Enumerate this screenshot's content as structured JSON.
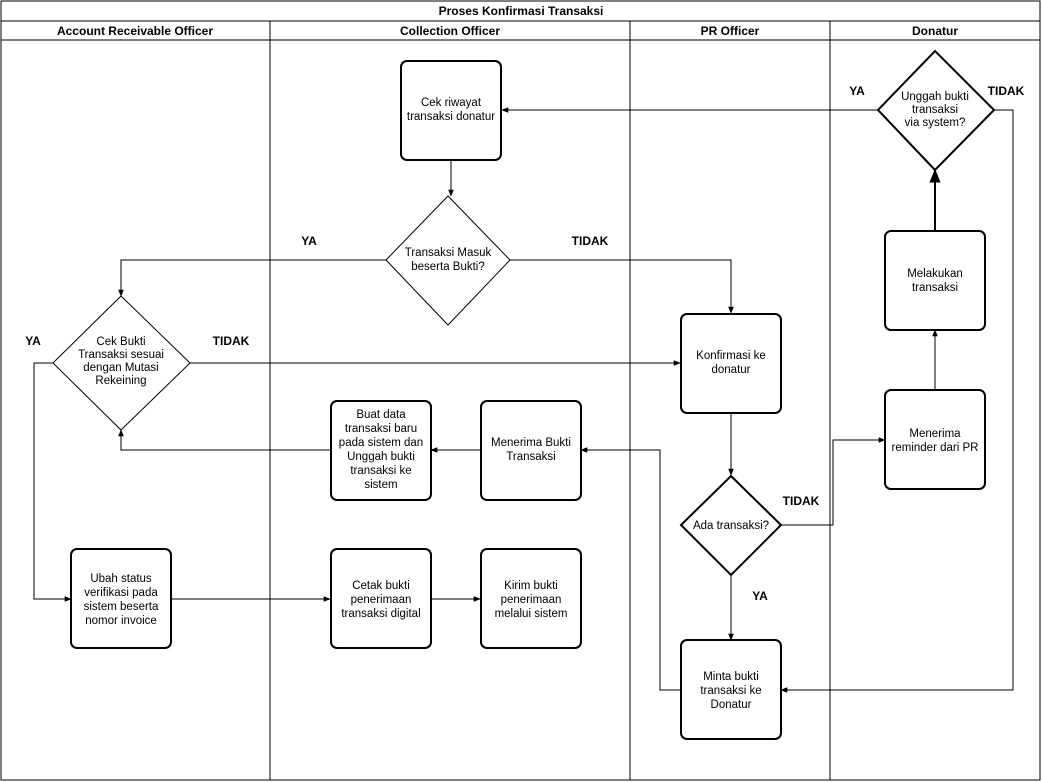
{
  "title": "Proses Konfirmasi Transaksi",
  "lanes": [
    {
      "label": "Account Receivable Officer"
    },
    {
      "label": "Collection Officer"
    },
    {
      "label": "PR Officer"
    },
    {
      "label": "Donatur"
    }
  ],
  "nodes": {
    "cek_riwayat": [
      "Cek riwayat",
      "transaksi donatur"
    ],
    "transaksi_masuk": [
      "Transaksi Masuk",
      "beserta Bukti?"
    ],
    "cek_bukti": [
      "Cek Bukti",
      "Transaksi sesuai",
      "dengan Mutasi",
      "Rekeining"
    ],
    "buat_data": [
      "Buat data",
      "transaksi baru",
      "pada sistem dan",
      "Unggah bukti",
      "transaksi ke",
      "sistem"
    ],
    "menerima_bukti": [
      "Menerima Bukti",
      "Transaksi"
    ],
    "ubah_status": [
      "Ubah status",
      "verifikasi pada",
      "sistem beserta",
      "nomor invoice"
    ],
    "cetak_bukti": [
      "Cetak bukti",
      "penerimaan",
      "transaksi digital"
    ],
    "kirim_bukti": [
      "Kirim bukti",
      "penerimaan",
      "melalui sistem"
    ],
    "konfirmasi": [
      "Konfirmasi ke",
      "donatur"
    ],
    "ada_transaksi": [
      "Ada transaksi?"
    ],
    "minta_bukti": [
      "Minta bukti",
      "transaksi ke",
      "Donatur"
    ],
    "unggah_bukti": [
      "Unggah bukti",
      "transaksi",
      "via system?"
    ],
    "melakukan": [
      "Melakukan",
      "transaksi"
    ],
    "menerima_reminder": [
      "Menerima",
      "reminder dari PR"
    ]
  },
  "edge_labels": {
    "ya_transaksi_masuk": "YA",
    "tidak_transaksi_masuk": "TIDAK",
    "ya_cek_bukti": "YA",
    "tidak_cek_bukti": "TIDAK",
    "tidak_ada_transaksi": "TIDAK",
    "ya_ada_transaksi": "YA",
    "ya_unggah": "YA",
    "tidak_unggah": "TIDAK"
  }
}
